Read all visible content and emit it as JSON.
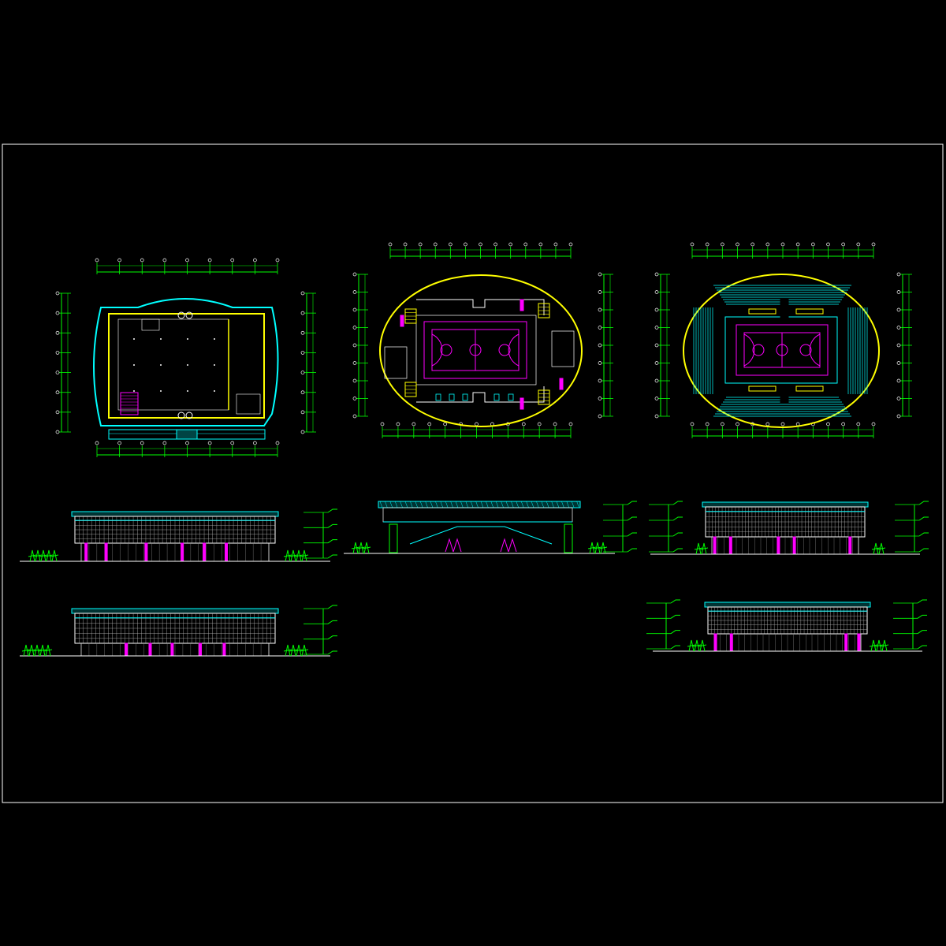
{
  "drawing": {
    "colors": {
      "background": "#000000",
      "frame": "#ffffff",
      "dimension": "#00ff00",
      "wall": "#00ffff",
      "structure": "#ffff00",
      "court": "#ff00ff",
      "stair": "#ffff00",
      "tree": "#00ff00",
      "glass": "#ffffff"
    },
    "sheets": [
      {
        "id": "plan-ground",
        "kind": "floor-plan",
        "caption": ""
      },
      {
        "id": "plan-court",
        "kind": "floor-plan",
        "caption": ""
      },
      {
        "id": "plan-seating",
        "kind": "floor-plan",
        "caption": ""
      },
      {
        "id": "elev-south",
        "kind": "elevation",
        "caption": ""
      },
      {
        "id": "section-main",
        "kind": "section",
        "caption": ""
      },
      {
        "id": "elev-east",
        "kind": "elevation",
        "caption": ""
      },
      {
        "id": "elev-north",
        "kind": "elevation",
        "caption": ""
      },
      {
        "id": "elev-west",
        "kind": "elevation",
        "caption": ""
      }
    ]
  }
}
